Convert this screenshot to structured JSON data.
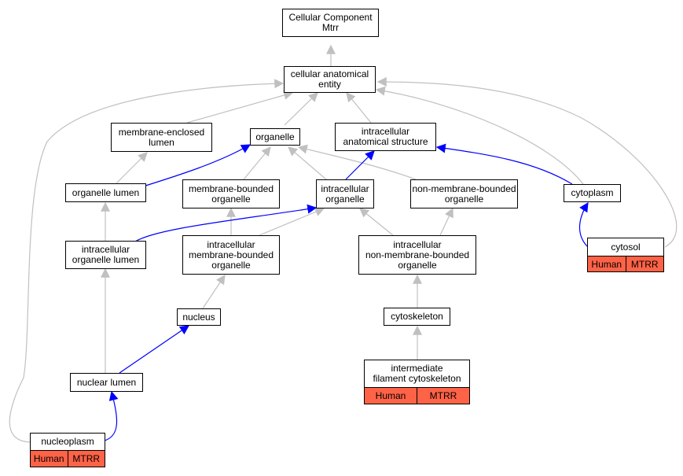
{
  "nodes": {
    "cc_mtrr": [
      "Cellular Component",
      "Mtrr"
    ],
    "cae": [
      "cellular anatomical",
      "entity"
    ],
    "mel": [
      "membrane-enclosed",
      "lumen"
    ],
    "organelle": [
      "organelle"
    ],
    "ias": [
      "intracellular",
      "anatomical structure"
    ],
    "org_lumen": [
      "organelle lumen"
    ],
    "mbo": [
      "membrane-bounded",
      "organelle"
    ],
    "io": [
      "intracellular",
      "organelle"
    ],
    "nmbo": [
      "non-membrane-bounded",
      "organelle"
    ],
    "cytoplasm": [
      "cytoplasm"
    ],
    "iol": [
      "intracellular",
      "organelle lumen"
    ],
    "imbo": [
      "intracellular",
      "membrane-bounded",
      "organelle"
    ],
    "inmbo": [
      "intracellular",
      "non-membrane-bounded",
      "organelle"
    ],
    "cytosol": [
      "cytosol"
    ],
    "nucleus": [
      "nucleus"
    ],
    "cytoskeleton": [
      "cytoskeleton"
    ],
    "ifc": [
      "intermediate",
      "filament cytoskeleton"
    ],
    "nuclear_lumen": [
      "nuclear lumen"
    ],
    "nucleoplasm": [
      "nucleoplasm"
    ]
  },
  "annotations": {
    "cytosol": [
      "Human",
      "MTRR"
    ],
    "ifc": [
      "Human",
      "MTRR"
    ],
    "nucleoplasm": [
      "Human",
      "MTRR"
    ]
  },
  "colors": {
    "is_a_edge": "#c0c0c0",
    "part_of_edge": "#0000ff",
    "annotation_fill": "#ff6347"
  }
}
